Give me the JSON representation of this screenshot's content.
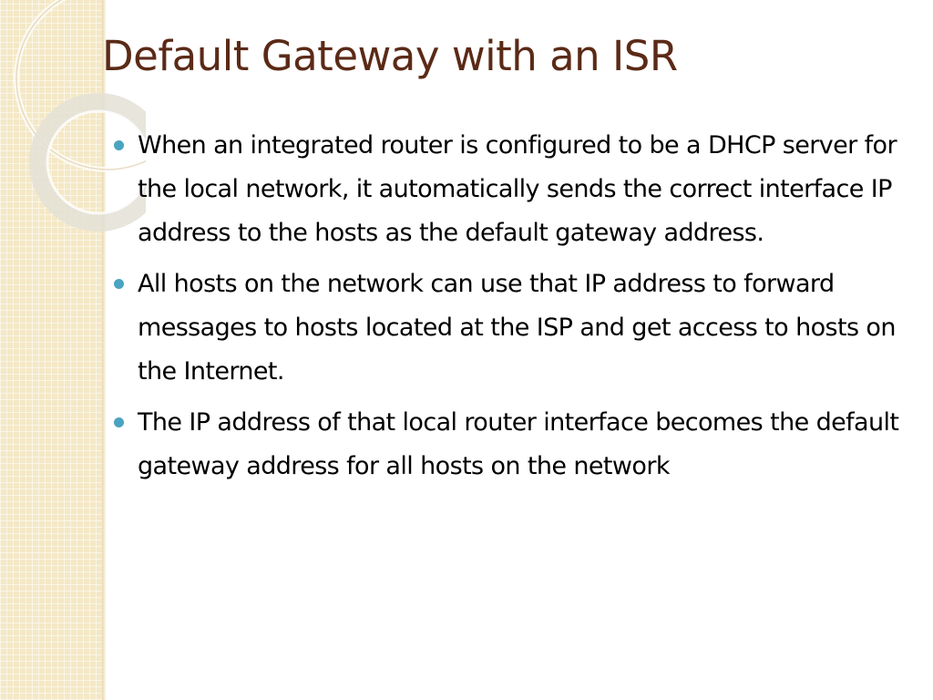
{
  "slide": {
    "title": "Default Gateway with an ISR",
    "bullets": [
      "When an integrated router is configured to be a DHCP server for the local network, it automatically sends the correct interface IP address to the hosts as the default gateway address.",
      "All hosts on the network can use that IP address to forward messages to hosts located at the ISP and get access to hosts on the Internet.",
      "The IP address of that local router interface becomes the default gateway address for all hosts on the network"
    ]
  },
  "colors": {
    "title": "#5b2a17",
    "bullet_marker": "#4aa3c0",
    "side_band": "#f4e8c6",
    "body_text": "#000000"
  },
  "icons": {
    "bullet_marker": "round-bullet-icon"
  }
}
